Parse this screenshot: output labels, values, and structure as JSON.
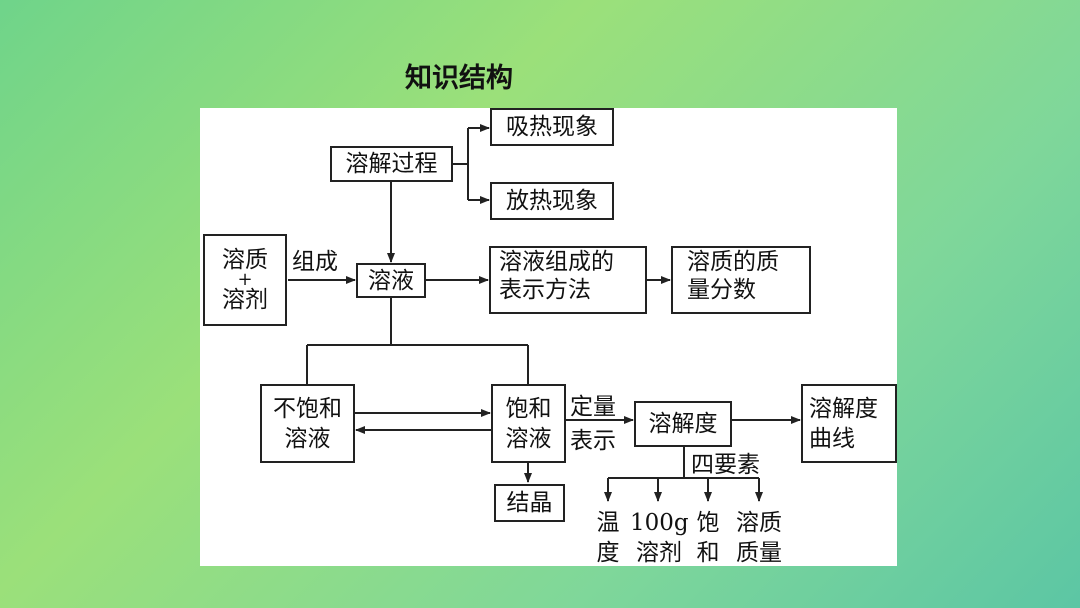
{
  "title": "知识结构",
  "nodes": {
    "dissolution_process": "溶解过程",
    "endothermic": "吸热现象",
    "exothermic": "放热现象",
    "solute_solvent_1": "溶质",
    "solute_solvent_plus": "+",
    "solute_solvent_2": "溶剂",
    "solution": "溶液",
    "composition_method_1": "溶液组成的",
    "composition_method_2": "表示方法",
    "mass_fraction_1": "溶质的质",
    "mass_fraction_2": "量分数",
    "unsaturated_1": "不饱和",
    "unsaturated_2": "溶液",
    "saturated_1": "饱和",
    "saturated_2": "溶液",
    "crystallization": "结晶",
    "solubility": "溶解度",
    "solubility_curve_1": "溶解度",
    "solubility_curve_2": "曲线"
  },
  "edge_labels": {
    "compose": "组成",
    "quantitative_1": "定量",
    "quantitative_2": "表示",
    "four_elements": "四要素"
  },
  "elements": [
    {
      "line1": "温",
      "line2": "度"
    },
    {
      "line1": "100g",
      "line2": "溶剂"
    },
    {
      "line1": "饱",
      "line2": "和"
    },
    {
      "line1": "溶质",
      "line2": "质量"
    }
  ]
}
